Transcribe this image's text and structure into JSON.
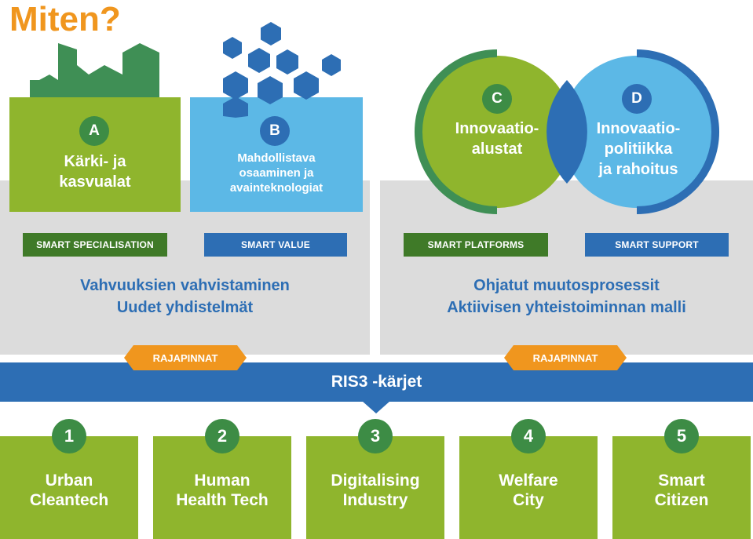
{
  "title": "Miten?",
  "section_a": {
    "badge": "A",
    "line1": "Kärki- ja",
    "line2": "kasvualat",
    "tag": "SMART SPECIALISATION"
  },
  "section_b": {
    "badge": "B",
    "line1": "Mahdollistava",
    "line2": "osaaminen ja",
    "line3": "avainteknologiat",
    "tag": "SMART VALUE"
  },
  "section_c": {
    "badge": "C",
    "line1": "Innovaatio-",
    "line2": "alustat",
    "tag": "SMART PLATFORMS"
  },
  "section_d": {
    "badge": "D",
    "line1": "Innovaatio-",
    "line2": "politiikka",
    "line3": "ja rahoitus",
    "tag": "SMART SUPPORT"
  },
  "left_summary": {
    "line1": "Vahvuuksien vahvistaminen",
    "line2": "Uudet yhdistelmät"
  },
  "right_summary": {
    "line1": "Ohjatut muutosprosessit",
    "line2": "Aktiivisen yhteistoiminnan malli"
  },
  "interface_labels": [
    "RAJAPINNAT",
    "RAJAPINNAT"
  ],
  "ris3_label": "RIS3 -kärjet",
  "spearheads": [
    {
      "num": "1",
      "line1": "Urban",
      "line2": "Cleantech"
    },
    {
      "num": "2",
      "line1": "Human",
      "line2": "Health Tech"
    },
    {
      "num": "3",
      "line1": "Digitalising",
      "line2": "Industry"
    },
    {
      "num": "4",
      "line1": "Welfare",
      "line2": "City"
    },
    {
      "num": "5",
      "line1": "Smart",
      "line2": "Citizen"
    }
  ],
  "colors": {
    "orange": "#f0961e",
    "green": "#8fb52d",
    "dark_green": "#3f7a28",
    "blue": "#2d6eb4",
    "light_blue": "#5cb8e6",
    "grey": "#dcdcdc"
  }
}
